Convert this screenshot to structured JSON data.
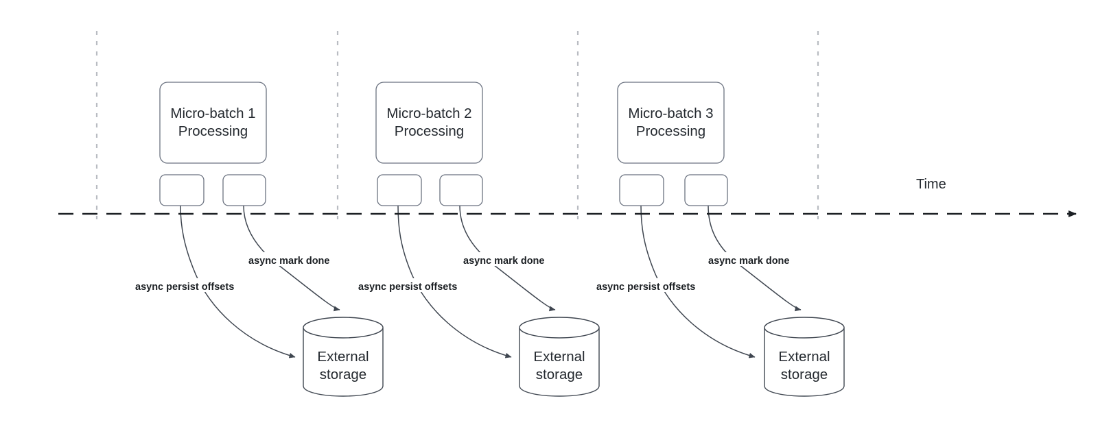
{
  "diagram": {
    "title_axis": "Time",
    "groups": [
      {
        "id": "group-1",
        "batch_line1": "Micro-batch 1",
        "batch_line2": "Processing",
        "storage_line1": "External",
        "storage_line2": "storage",
        "label_persist": "async persist offsets",
        "label_mark_done": "async mark done"
      },
      {
        "id": "group-2",
        "batch_line1": "Micro-batch 2",
        "batch_line2": "Processing",
        "storage_line1": "External",
        "storage_line2": "storage",
        "label_persist": "async persist offsets",
        "label_mark_done": "async mark done"
      },
      {
        "id": "group-3",
        "batch_line1": "Micro-batch 3",
        "batch_line2": "Processing",
        "storage_line1": "External",
        "storage_line2": "storage",
        "label_persist": "async persist offsets",
        "label_mark_done": "async mark done"
      }
    ],
    "colors": {
      "background": "#ffffff",
      "box_stroke": "#6b7280",
      "shape_stroke": "#3f4650",
      "text": "#24292f",
      "label_text": "#1c2024",
      "divider": "#b9bcc2",
      "timeline": "#1c2024"
    }
  }
}
